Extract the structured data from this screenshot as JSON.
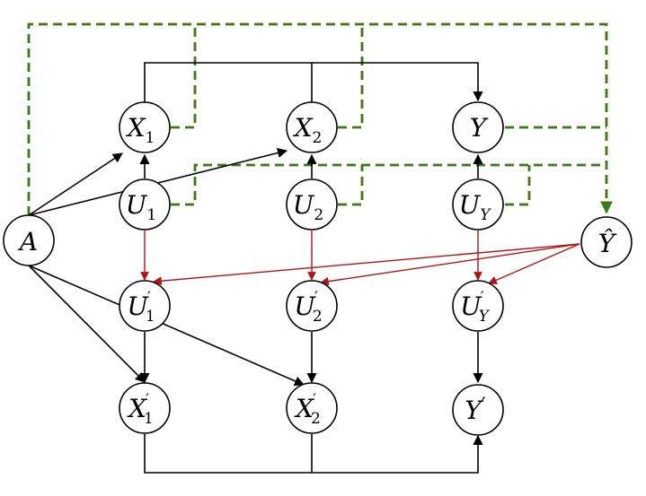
{
  "colors": {
    "black_edges": "#000000",
    "red_edges": "#b01515",
    "green_dashed_edges": "#3a7a14"
  },
  "nodes": {
    "A": {
      "base": "A",
      "sub": "",
      "sup": ""
    },
    "X1": {
      "base": "X",
      "sub": "1",
      "sup": ""
    },
    "X2": {
      "base": "X",
      "sub": "2",
      "sup": ""
    },
    "Y": {
      "base": "Y",
      "sub": "",
      "sup": ""
    },
    "U1": {
      "base": "U",
      "sub": "1",
      "sup": ""
    },
    "U2": {
      "base": "U",
      "sub": "2",
      "sup": ""
    },
    "UY": {
      "base": "U",
      "sub": "Y",
      "sup": ""
    },
    "Yhat": {
      "base": "Ŷ",
      "sub": "",
      "sup": ""
    },
    "U1p": {
      "base": "U",
      "sub": "1",
      "sup": "′"
    },
    "U2p": {
      "base": "U",
      "sub": "2",
      "sup": "′"
    },
    "UYp": {
      "base": "U",
      "sub": "Y",
      "sup": "′"
    },
    "X1p": {
      "base": "X",
      "sub": "1",
      "sup": "′"
    },
    "X2p": {
      "base": "X",
      "sub": "2",
      "sup": "′"
    },
    "Yp": {
      "base": "Y",
      "sub": "",
      "sup": "′"
    }
  }
}
